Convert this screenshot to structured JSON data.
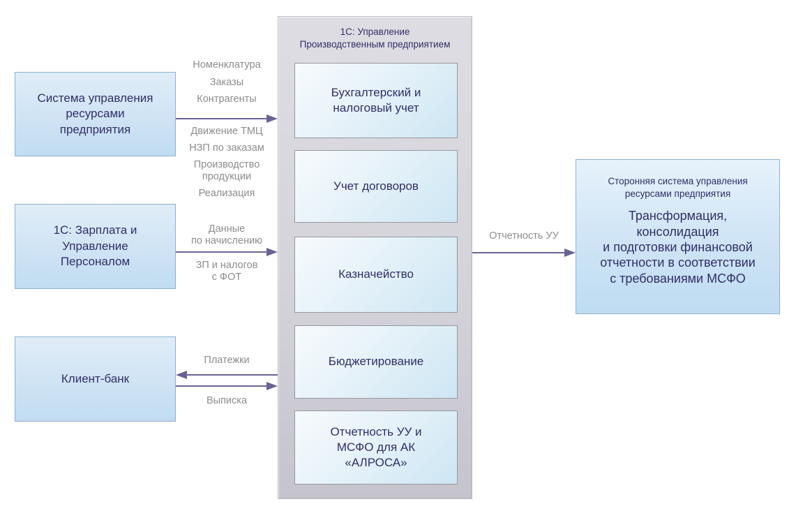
{
  "diagram": {
    "left_boxes": [
      {
        "label": "Система управления\nресурсами\nпредприятия"
      },
      {
        "label": "1С: Зарплата и\nУправление\nПерсоналом"
      },
      {
        "label": "Клиент-банк"
      }
    ],
    "center": {
      "title": "1С: Управление\nПроизводственным предприятием",
      "modules": [
        "Бухгалтерский и\nналоговый учет",
        "Учет договоров",
        "Казначейство",
        "Бюджетирование",
        "Отчетность УУ и\nМСФО для АК\n«АЛРОСА»"
      ]
    },
    "right_box": {
      "title": "Сторонняя система управления\nресурсами предприятия",
      "body": "Трансформация,\nконсолидация\nи подготовки финансовой\nотчетности в соответствии\nс требованиями МСФО"
    },
    "flows": {
      "erp_to_upp": {
        "above": [
          "Номенклатура",
          "Заказы",
          "Контрагенты"
        ],
        "below": [
          "Движение ТМЦ",
          "НЗП по заказам",
          "Производство\nпродукции",
          "Реализация"
        ]
      },
      "zup_to_upp": {
        "above": "Данные\nпо начислению",
        "below": "ЗП и налогов\nс ФОТ"
      },
      "upp_to_bank": {
        "label": "Платежки"
      },
      "bank_to_upp": {
        "label": "Выписка"
      },
      "upp_to_external": {
        "label": "Отчетность УУ"
      }
    },
    "colors": {
      "arrow": "#6a6394",
      "box_text": "#312e68",
      "flow_label_text": "#8c8c8c",
      "blue_box_fill": "#c1dcf1",
      "blue_box_border": "#8cafd2",
      "container_fill": "#d4d3da",
      "module_border": "#97979f",
      "background": "#ffffff"
    }
  }
}
